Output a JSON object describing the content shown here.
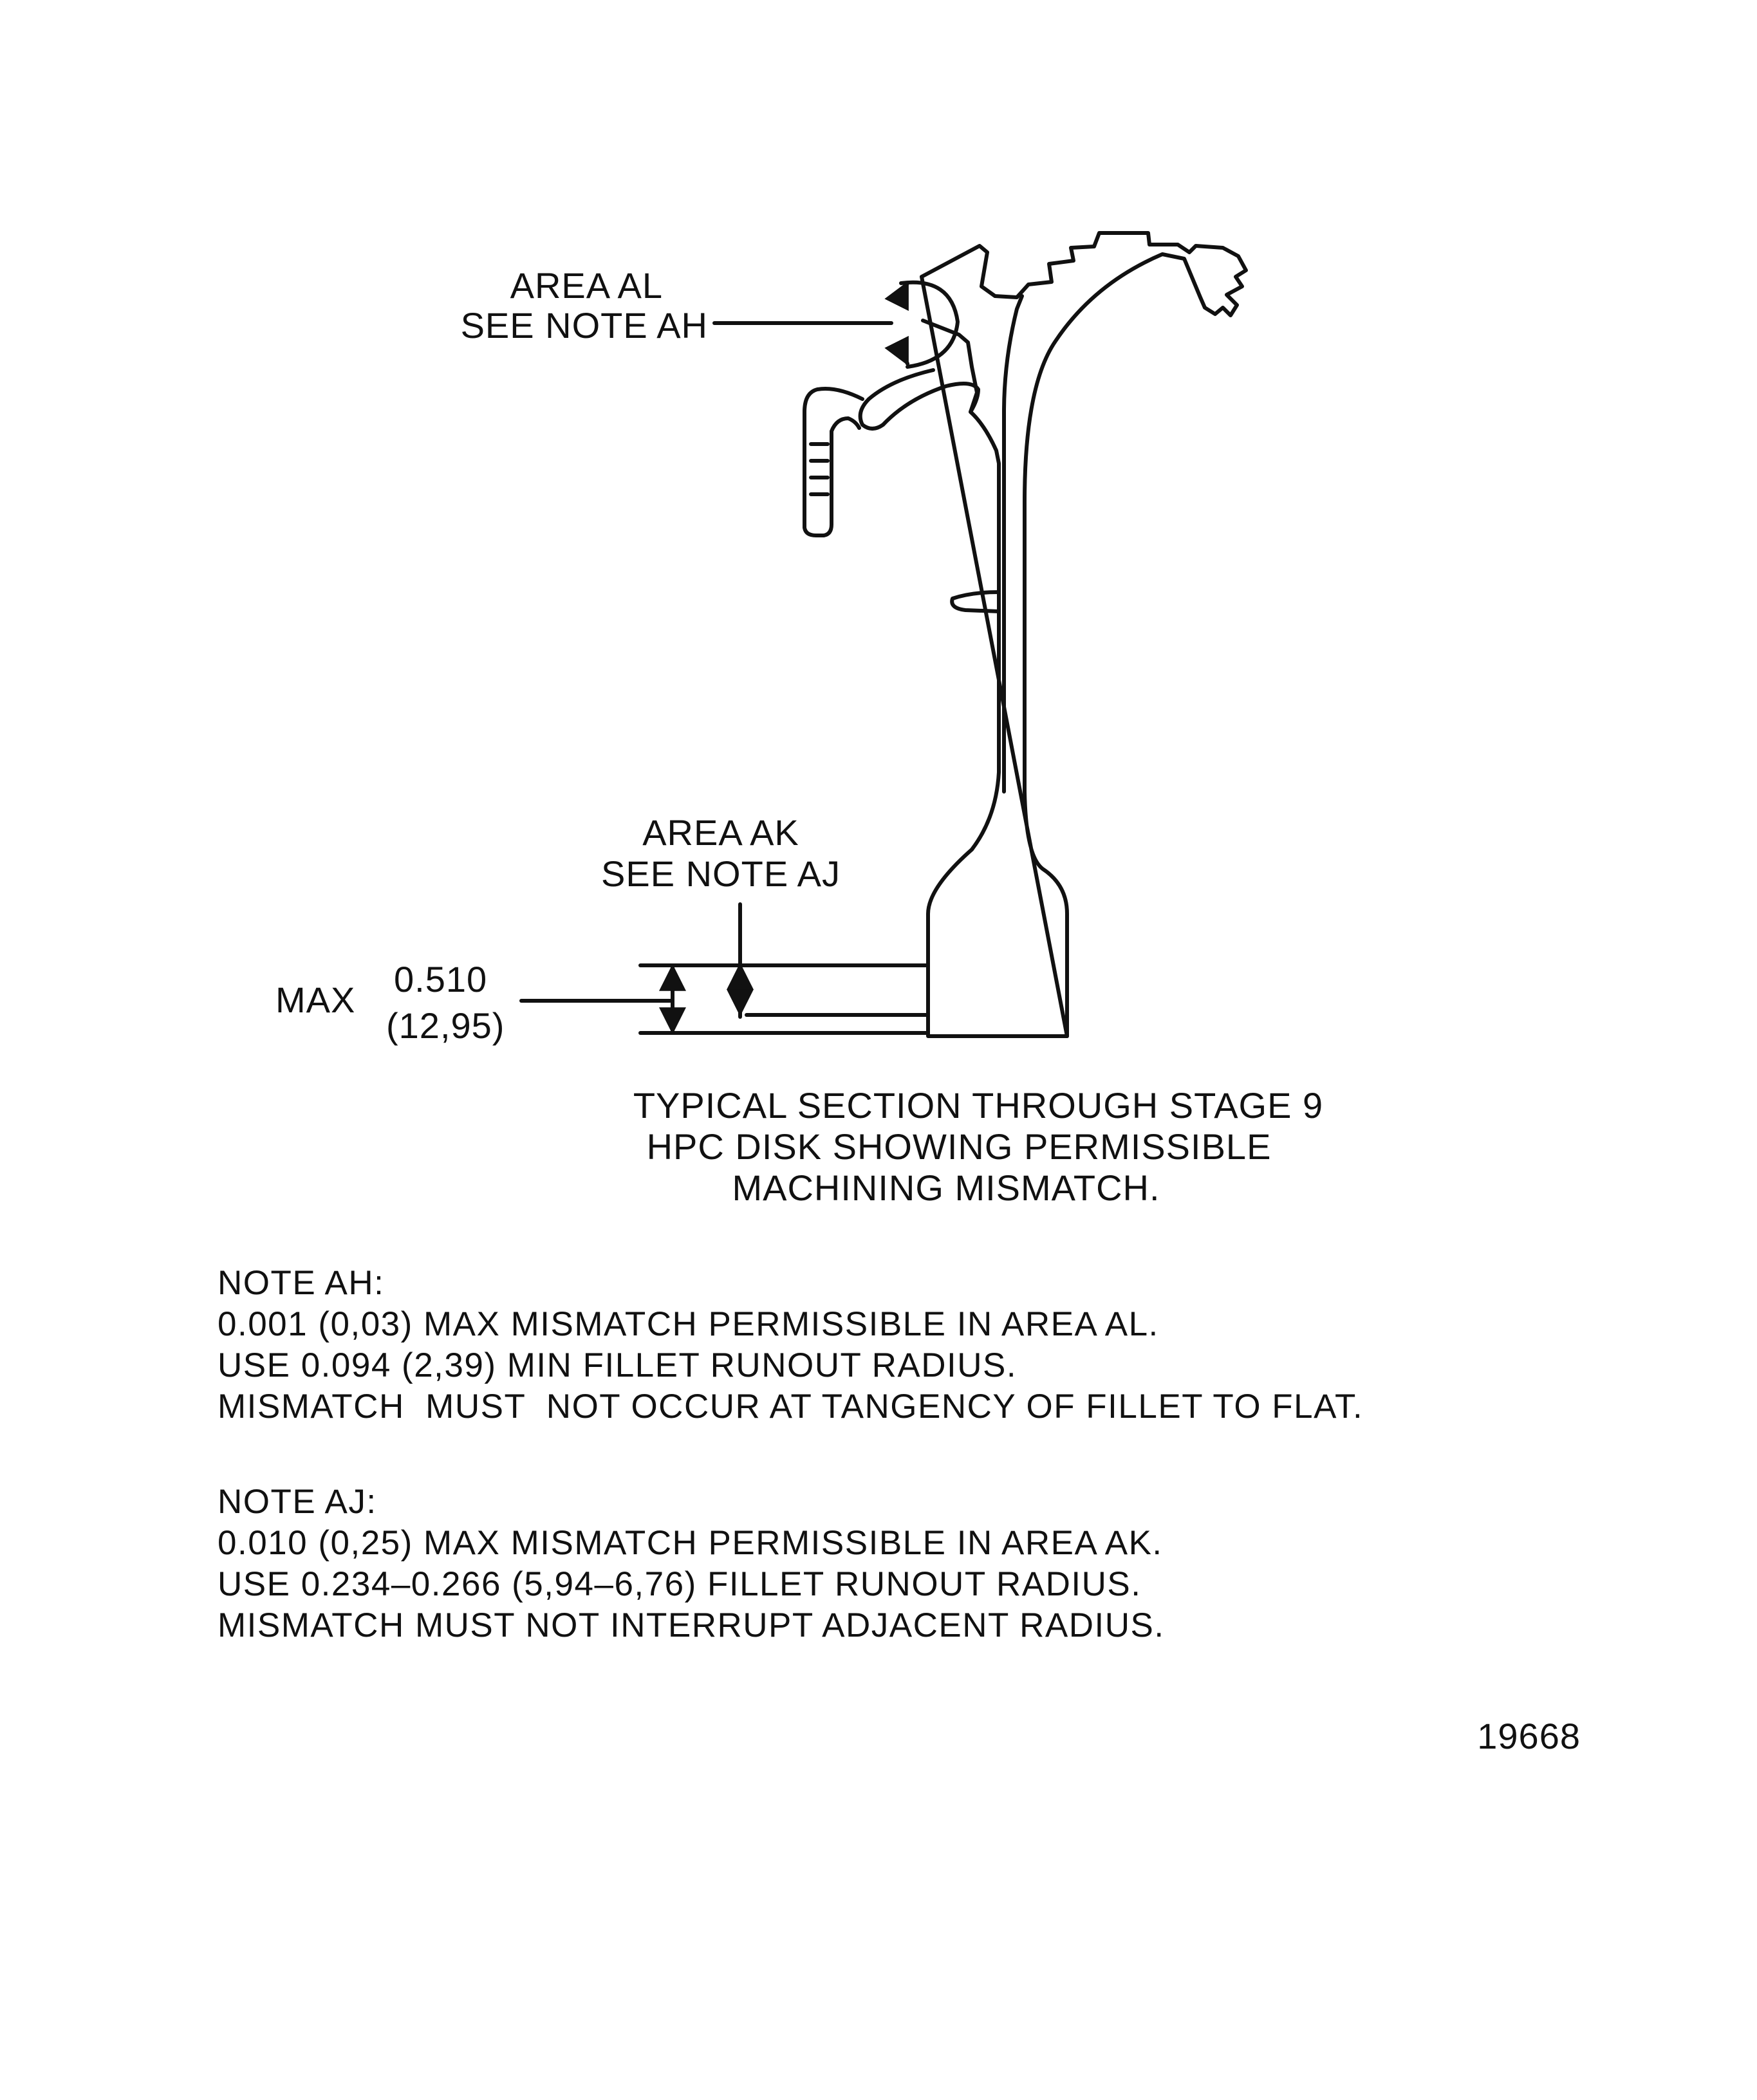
{
  "callouts": {
    "area_al": {
      "title": "AREA AL",
      "see": "SEE NOTE AH"
    },
    "area_ak": {
      "title": "AREA AK",
      "see": "SEE NOTE AJ"
    }
  },
  "dimension": {
    "prefix": "MAX",
    "value_in": "0.510",
    "value_mm": "(12,95)"
  },
  "caption": {
    "line1": "TYPICAL SECTION THROUGH STAGE 9",
    "line2": "HPC DISK SHOWING PERMISSIBLE",
    "line3": "MACHINING MISMATCH."
  },
  "notes": [
    {
      "heading": "NOTE AH:",
      "lines": [
        "0.001 (0,03) MAX MISMATCH PERMISSIBLE IN AREA AL.",
        "USE 0.094 (2,39) MIN FILLET RUNOUT RADIUS.",
        "MISMATCH  MUST  NOT OCCUR AT TANGENCY OF FILLET TO FLAT."
      ]
    },
    {
      "heading": "NOTE AJ:",
      "lines": [
        "0.010 (0,25) MAX MISMATCH PERMISSIBLE IN AREA AK.",
        "USE 0.234–0.266 (5,94–6,76) FILLET RUNOUT RADIUS.",
        "MISMATCH MUST NOT INTERRUPT ADJACENT RADIUS."
      ]
    }
  ],
  "figure_number": "19668"
}
